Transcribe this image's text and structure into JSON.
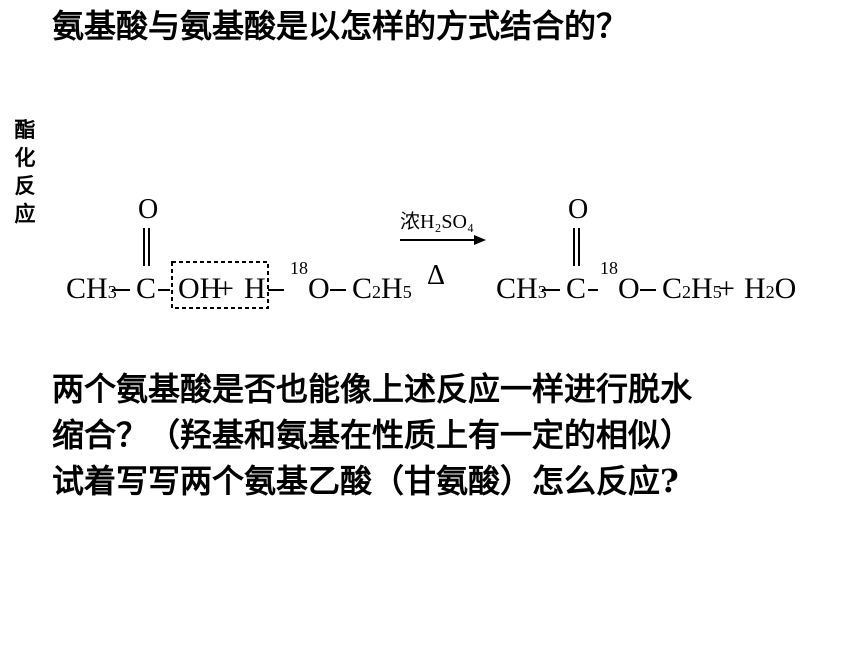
{
  "title": "氨基酸与氨基酸是以怎样的方式结合的？",
  "side_label": [
    "酯",
    "化",
    "反",
    "应"
  ],
  "equation": {
    "left_terms": {
      "ch3": "CH",
      "ch3_sub": "3",
      "dash": "—",
      "c": "C",
      "o_top": "O",
      "oh": "OH",
      "plus": "+",
      "h": "H",
      "iso_mass": "18",
      "o": "O",
      "c2h5": "C",
      "c2h5_sub2": "2",
      "c2h5_h": "H",
      "c2h5_sub5": "5"
    },
    "condition_top": "浓H₂SO₄",
    "condition_bottom": "Δ",
    "right_terms": {
      "ch3": "CH",
      "ch3_sub": "3",
      "dash": "—",
      "c": "C",
      "o_top": "O",
      "iso_mass": "18",
      "o": "O",
      "c2h5": "C",
      "c2h5_sub2": "2",
      "c2h5_h": "H",
      "c2h5_sub5": "5",
      "plus": "+",
      "h2o_h": "H",
      "h2o_sub": "2",
      "h2o_o": "O"
    }
  },
  "question_lines": [
    "两个氨基酸是否也能像上述反应一样进行脱水",
    "缩合？（羟基和氨基在性质上有一定的相似）",
    "试着写写两个氨基乙酸（甘氨酸）怎么反应?"
  ]
}
